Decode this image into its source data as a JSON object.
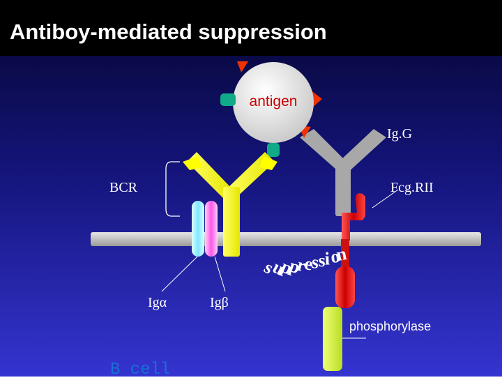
{
  "slide": {
    "title": "Antiboy-mediated suppression",
    "background_top": "#06063a",
    "background_bottom": "#2e2ec4"
  },
  "labels": {
    "antigen": "antigen",
    "igg": "Ig.G",
    "bcr": "BCR",
    "fcgrii": "Fcg.RII",
    "ig_alpha": "Igα",
    "ig_beta": "Igβ",
    "phosphorylase": "phosphorylase",
    "b_cell": "B cell",
    "suppression_letters": [
      "s",
      "u",
      "p",
      "p",
      "r",
      "e",
      "s",
      "s",
      "i",
      "o",
      "n"
    ]
  },
  "colors": {
    "bcr_yellow": "#ffff00",
    "igg_gray": "#a8a8a8",
    "receptor_red": "#cc1111",
    "antigen_fill": "#e6e6e6",
    "antigen_red": "#ee3300",
    "antigen_teal": "#11aa88",
    "membrane": "#c8c8c8",
    "ig_alpha_cyan": "#8ef0ff",
    "ig_beta_magenta": "#ff66ee",
    "kinase_green": "#ccee33",
    "b_cell_text": "#1a6fd6"
  }
}
